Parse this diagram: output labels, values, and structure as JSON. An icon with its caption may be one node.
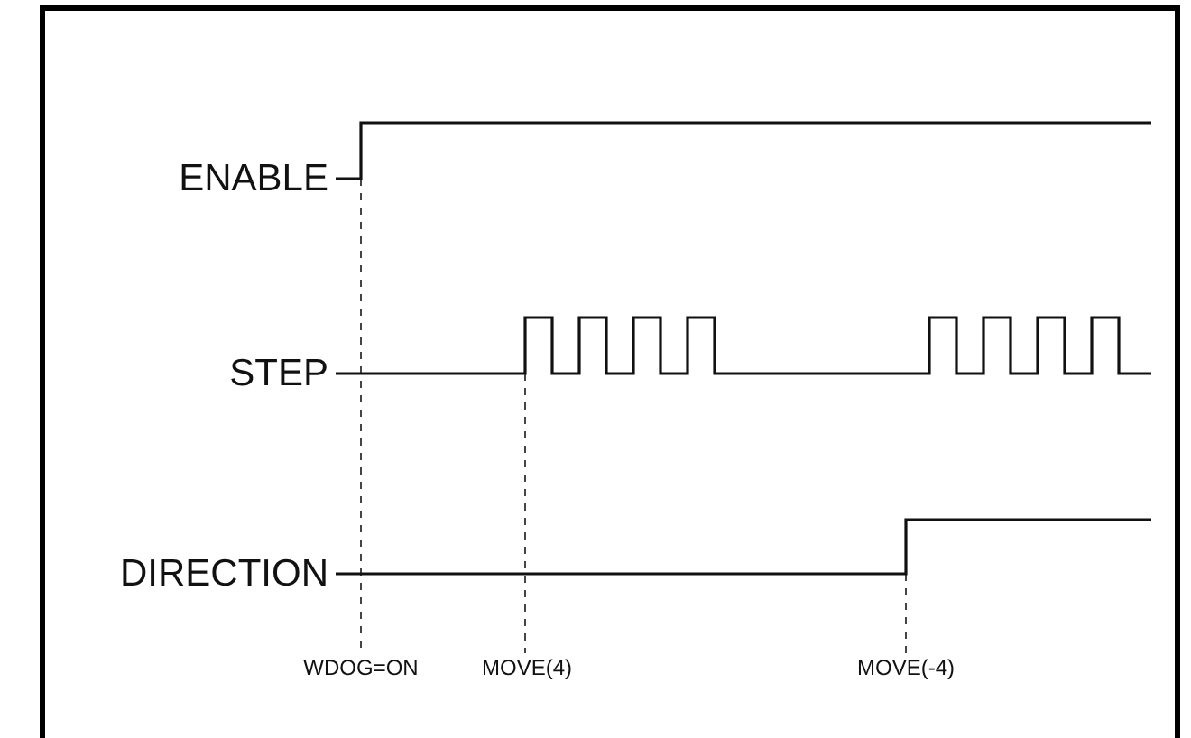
{
  "diagram": {
    "labels": [
      "ENABLE",
      "STEP",
      "DIRECTION",
      "WDOG=ON",
      "MOVE(4)",
      "MOVE(-4)"
    ]
  }
}
